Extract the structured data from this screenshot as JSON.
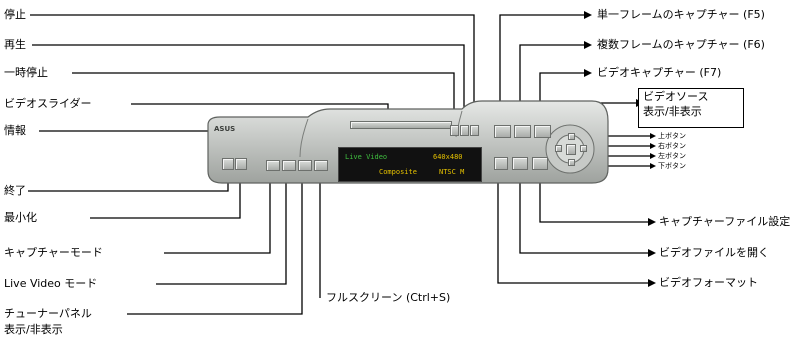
{
  "labels": {
    "stop": "停止",
    "play": "再生",
    "pause": "一時停止",
    "video_slider": "ビデオスライダー",
    "info": "情報",
    "exit": "終了",
    "minimize": "最小化",
    "capture_mode": "キャプチャーモード",
    "live_video_mode": "Live Video モード",
    "tuner_panel_line1": "チューナーパネル",
    "tuner_panel_line2": "表示/非表示",
    "fullscreen": "フルスクリーン (Ctrl+S)",
    "single_frame_capture": "単一フレームのキャプチャー (F5)",
    "multi_frame_capture": "複数フレームのキャプチャー (F6)",
    "video_capture": "ビデオキャプチャー (F7)",
    "video_source_line1": "ビデオソース",
    "video_source_line2": "表示/非表示",
    "up_button": "上ボタン",
    "right_button": "右ボタン",
    "left_button": "左ボタン",
    "down_button": "下ボタン",
    "capture_file_settings": "キャプチャーファイル設定",
    "open_video_file": "ビデオファイルを開く",
    "video_format": "ビデオフォーマット"
  },
  "panel": {
    "logo": "ASUS",
    "display_line1_left": "Live Video",
    "display_line1_right": "640x480",
    "display_line2_left": "Composite",
    "display_line2_right": "NTSC M"
  }
}
